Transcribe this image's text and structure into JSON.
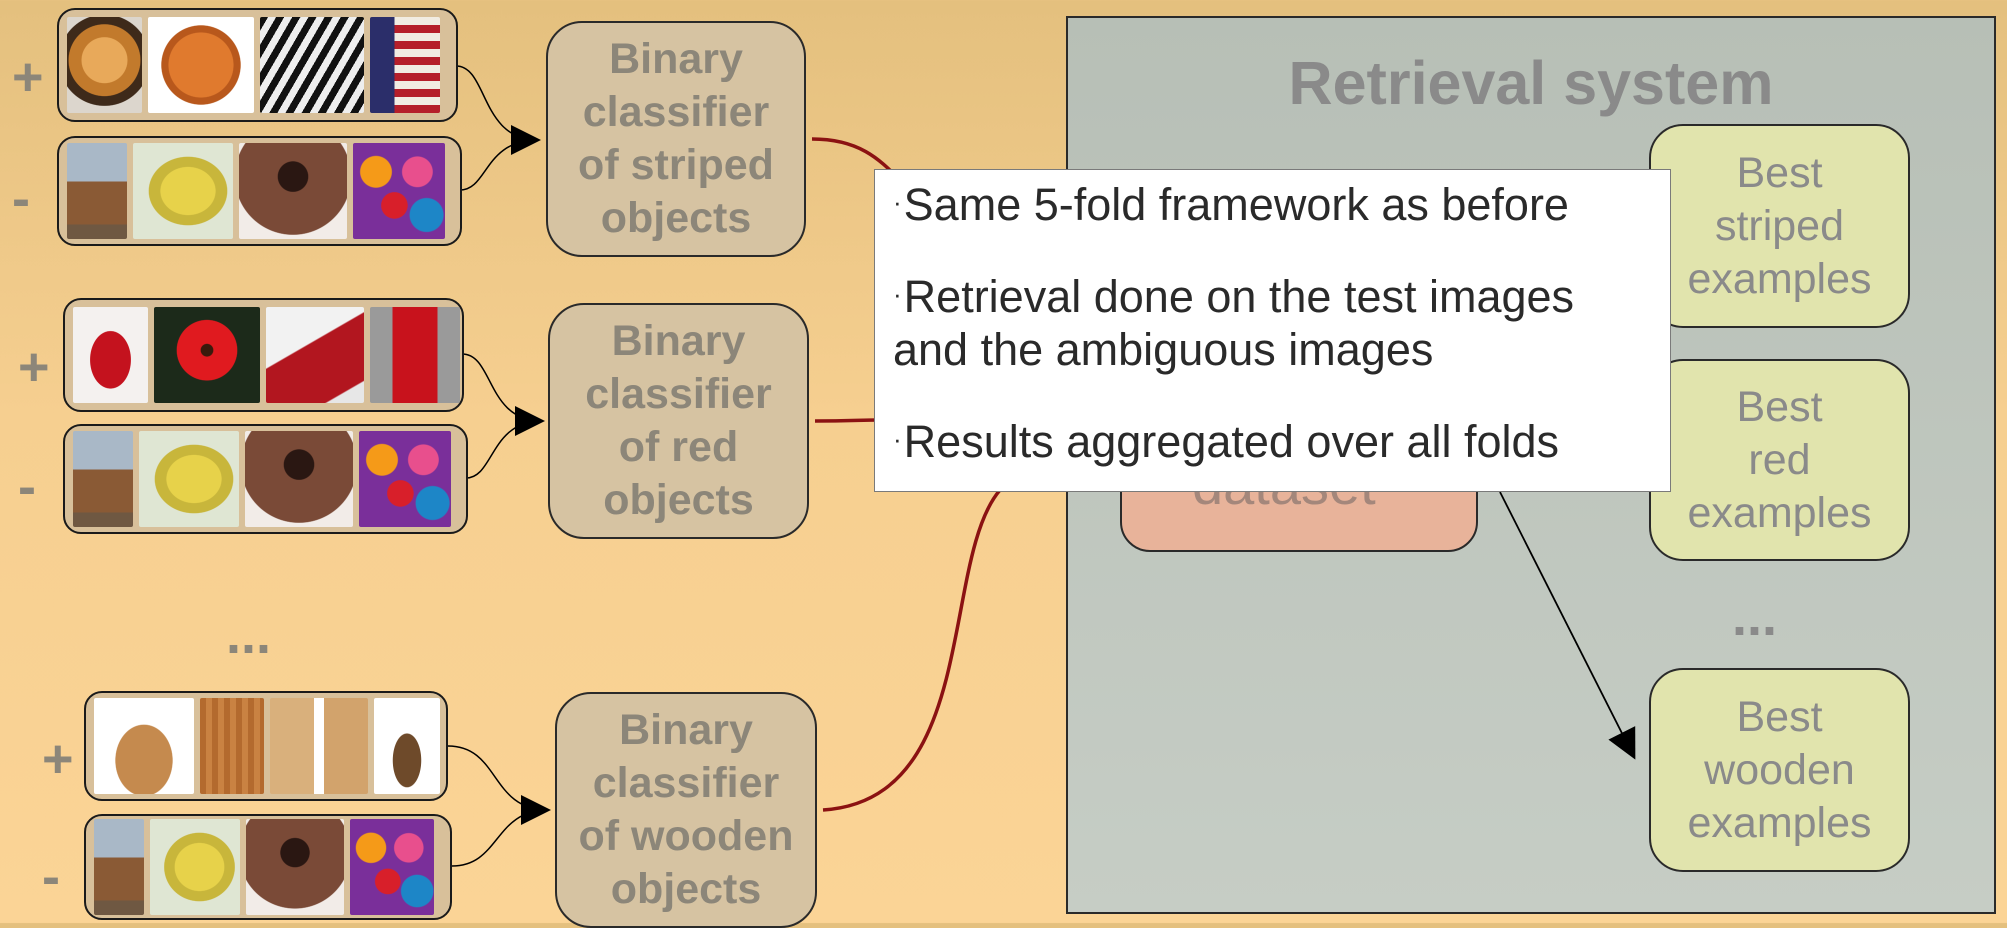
{
  "classifiers": [
    {
      "positive_sign": "+",
      "negative_sign": "-",
      "label": "Binary\nclassifier\nof striped\nobjects",
      "positive_examples": [
        "tiger-photo",
        "basketball-photo",
        "zebras-photo",
        "us-flag-photo"
      ],
      "negative_examples": [
        "horse-photo",
        "bananas-photo",
        "cake-photo",
        "colored-balls-photo"
      ]
    },
    {
      "positive_sign": "+",
      "negative_sign": "-",
      "label": "Binary\nclassifier\nof red\nobjects",
      "positive_examples": [
        "red-high-heels-photo",
        "red-gerbera-photo",
        "red-laptop-photo",
        "red-phone-booth-photo"
      ],
      "negative_examples": [
        "horse-photo",
        "bananas-photo",
        "cake-photo",
        "colored-balls-photo"
      ]
    },
    {
      "positive_sign": "+",
      "negative_sign": "-",
      "label": "Binary\nclassifier\nof wooden\nobjects",
      "positive_examples": [
        "wooden-bowl-photo",
        "wood-panel-photo",
        "wooden-furniture-photo",
        "wooden-lantern-photo"
      ],
      "negative_examples": [
        "horse-photo",
        "bananas-photo",
        "cake-photo",
        "colored-balls-photo"
      ]
    }
  ],
  "left_ellipsis": "...",
  "retrieval": {
    "title": "Retrieval system",
    "dataset_label": "dataset",
    "results": [
      "Best\nstriped\nexamples",
      "Best\nred\nexamples",
      "Best\nwooden\nexamples"
    ],
    "ellipsis": "..."
  },
  "callout": {
    "bullet_symbol": "·",
    "bullets": [
      "Same 5-fold framework as before",
      "Retrieval done on the test images\nand the ambiguous images",
      "Results aggregated over all folds"
    ]
  },
  "colors": {
    "background_top": "#e4c07e",
    "background_bottom": "#fbd496",
    "classifier_fill": "#d6c3a2",
    "retrieval_fill": "#c3cac2",
    "result_fill": "#e1e4ad",
    "dataset_fill": "#e8b39a",
    "connector": "#8b1212",
    "label_gray": "#8c8679"
  }
}
